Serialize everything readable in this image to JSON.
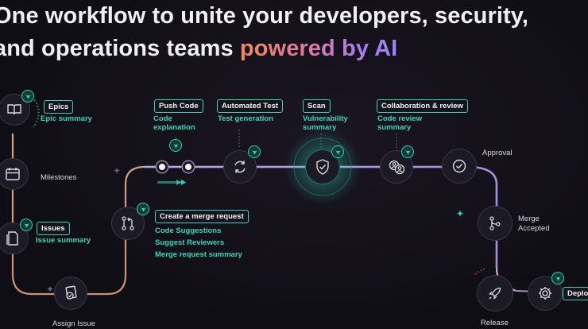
{
  "headline": {
    "line1": "One workflow to unite your developers, security,",
    "line2_plain": "and operations teams ",
    "line2_accent": "powered by AI"
  },
  "stages": {
    "epics": {
      "tag": "Epics",
      "sub": "Epic summary"
    },
    "milestones": {
      "label": "Milestones"
    },
    "issues": {
      "tag": "Issues",
      "sub": "Issue summary"
    },
    "assign_issue": {
      "label": "Assign Issue"
    },
    "merge_request": {
      "tag": "Create a merge request",
      "items": [
        "Code Suggestions",
        "Suggest Reviewers",
        "Merge request summary"
      ]
    },
    "push_code": {
      "tag": "Push Code",
      "sub_lines": [
        "Code",
        "explanation"
      ]
    },
    "automated_test": {
      "tag": "Automated Test",
      "sub": "Test generation"
    },
    "scan": {
      "tag": "Scan",
      "sub_lines": [
        "Vulnerability",
        "summary"
      ]
    },
    "collaboration": {
      "tag": "Collaboration & review",
      "sub_lines": [
        "Code review",
        "summary"
      ]
    },
    "approval": {
      "label": "Approval"
    },
    "merge_accepted": {
      "label_lines": [
        "Merge",
        "Accepted"
      ]
    },
    "release": {
      "label": "Release"
    },
    "deploy": {
      "tag": "Deplo"
    }
  },
  "colors": {
    "accent": "#39d6b6",
    "path": "#8d7fd8",
    "path_warm": "#e8a98a"
  },
  "icons": {
    "ai_badge": "tanuki-icon",
    "epics": "book-icon",
    "milestones": "calendar-icon",
    "issues": "document-icon",
    "assign": "assign-icon",
    "merge_request": "merge-request-icon",
    "test": "refresh-icon",
    "scan": "shield-check-icon",
    "collab": "users-icon",
    "approval": "check-circle-icon",
    "merge": "branch-icon",
    "release": "rocket-icon",
    "deploy": "gear-icon"
  }
}
